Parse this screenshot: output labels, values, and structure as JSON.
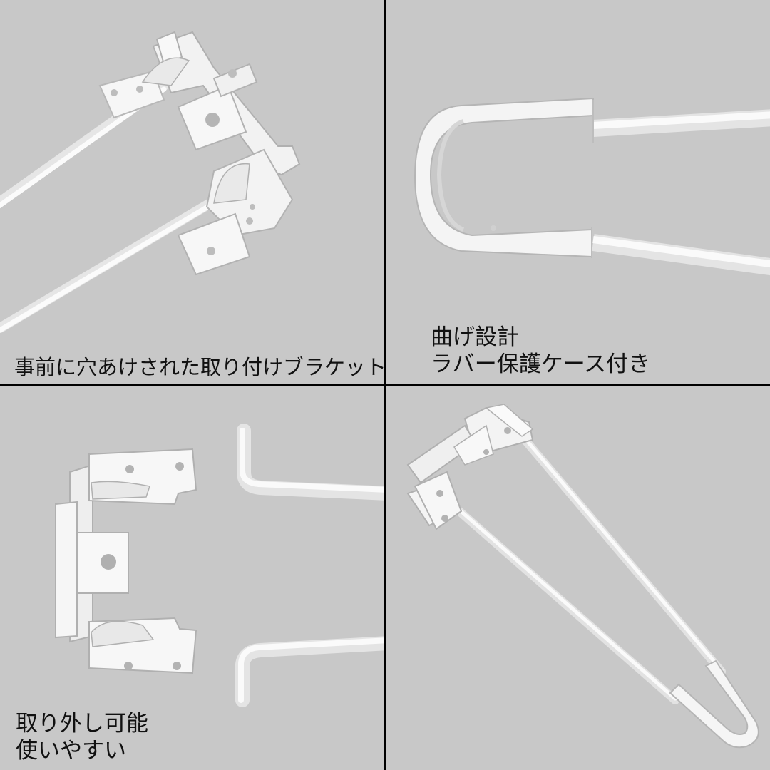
{
  "panels": [
    {
      "id": "top-left",
      "caption_lines": [
        "事前に穴あけされた取り付けブラケット"
      ]
    },
    {
      "id": "top-right",
      "caption_lines": [
        "曲げ設計",
        "ラバー保護ケース付き"
      ]
    },
    {
      "id": "bottom-left",
      "caption_lines": [
        "取り外し可能",
        "使いやすい"
      ]
    },
    {
      "id": "bottom-right",
      "caption_lines": []
    }
  ],
  "colors": {
    "background": "#c8c8c8",
    "divider": "#000000",
    "product": "#f4f4f4",
    "text": "#111111"
  }
}
